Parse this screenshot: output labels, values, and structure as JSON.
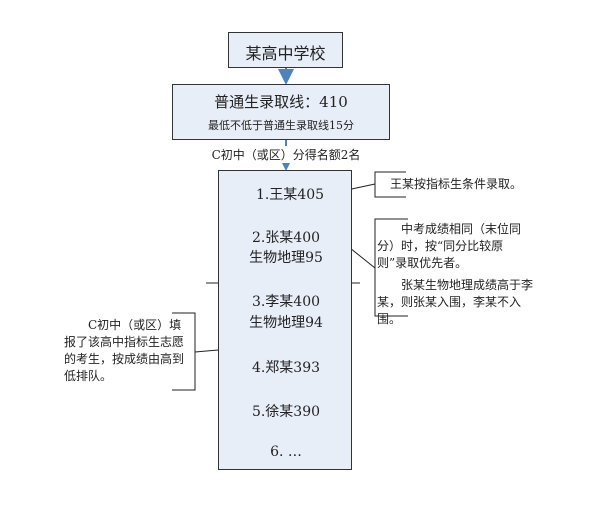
{
  "school": "某高中学校",
  "cutoff": {
    "title": "普通生录取线：410",
    "subtitle": "最低不低于普通生录取线15分"
  },
  "quota_label": "C初中（或区）分得名额2名",
  "ranking": [
    {
      "line1": "1.王某405"
    },
    {
      "line1": "2.张某400",
      "line2": "生物地理95"
    },
    {
      "line1": "3.李某400",
      "line2": "生物地理94"
    },
    {
      "line1": "4.郑某393"
    },
    {
      "line1": "5.徐某390"
    },
    {
      "line1": "6. …"
    }
  ],
  "notes": {
    "wang": "王某按指标生条件录取。",
    "tie_rule_p1": "中考成绩相同（末位同分）时，按“同分比较原则”录取优先者。",
    "tie_rule_p2": "张某生物地理成绩高于李某，则张某入围，李某不入围。",
    "queue": "C初中（或区）填报了该高中指标生志愿的考生，按成绩由高到低排队。"
  },
  "colors": {
    "box_fill": "#e8eef8",
    "arrow": "#4f81bd"
  }
}
